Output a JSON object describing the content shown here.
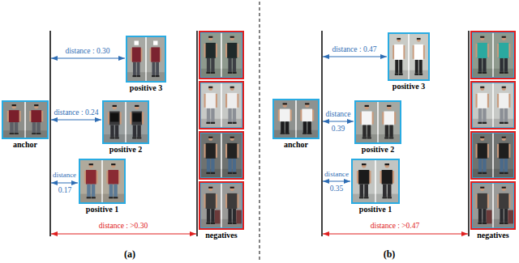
{
  "diagram": {
    "nodes": [
      {
        "text": [
          "anchor"
        ]
      },
      {
        "text": [
          "positive 3"
        ]
      },
      {
        "text": [
          "positive 2"
        ]
      },
      {
        "text": [
          "positive 1"
        ]
      },
      {
        "text": [
          "negatives"
        ]
      },
      {
        "text": [
          "anchor"
        ]
      },
      {
        "text": [
          "positive 3"
        ]
      },
      {
        "text": [
          "positive 2"
        ]
      },
      {
        "text": [
          "positive 1"
        ]
      },
      {
        "text": [
          "negatives"
        ]
      }
    ],
    "labels": [
      "distance : 0.30",
      "distance : 0.24",
      "distance",
      "0.17",
      "distance : >0.30",
      "(a)",
      "distance : 0.47",
      "distance",
      "0.39",
      "distance",
      "0.35",
      "distance : >0.47",
      "(b)"
    ]
  }
}
